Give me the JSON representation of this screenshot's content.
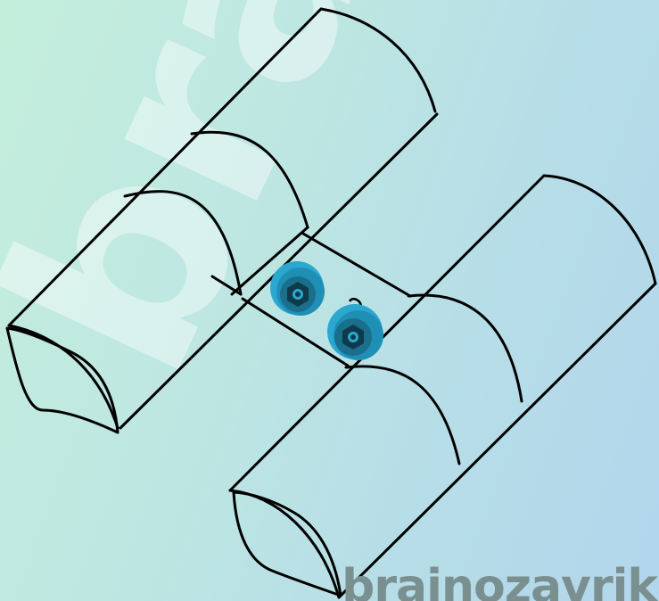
{
  "watermark": {
    "text": "brai"
  },
  "brand": {
    "text": "brainozavrik"
  },
  "colors": {
    "background_start": "#c4eedc",
    "background_end": "#b2d6ec",
    "sketch_stroke": "#000000",
    "knob_fill": "#2ba8d0",
    "knob_dark": "#1a6f8c",
    "knob_core": "#0f3a4a"
  },
  "icons": [
    "cylinder-left",
    "cylinder-right",
    "knob-left",
    "knob-right"
  ]
}
